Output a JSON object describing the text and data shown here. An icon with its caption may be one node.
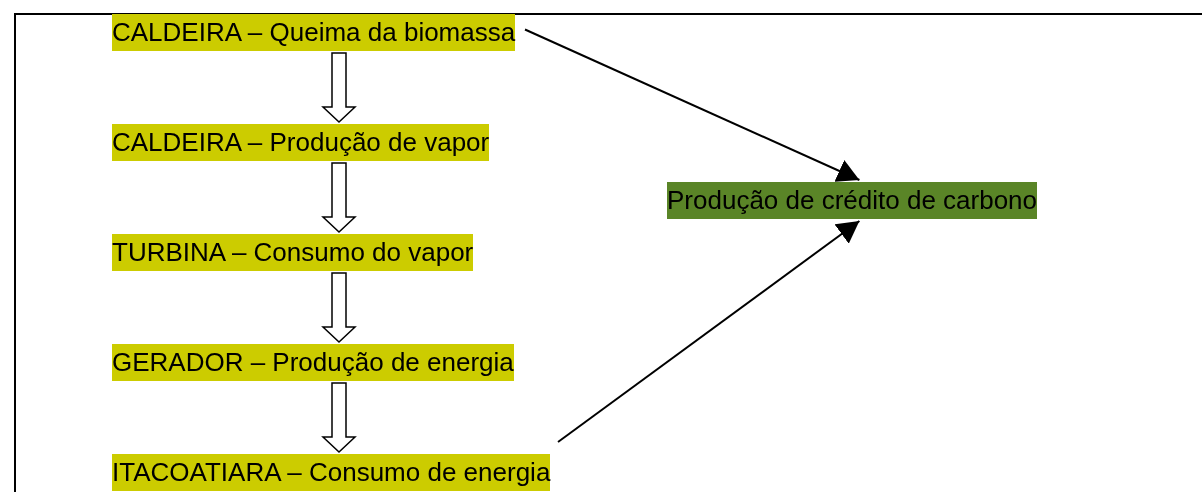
{
  "diagram": {
    "nodes": [
      {
        "text": [
          "CALDEIRA – Queima da biomassa"
        ]
      },
      {
        "text": [
          "CALDEIRA – Produção de vapor"
        ]
      },
      {
        "text": [
          "TURBINA – Consumo do vapor"
        ]
      },
      {
        "text": [
          "GERADOR – Produção de energia"
        ]
      },
      {
        "text": [
          "ITACOATIARA – Consumo de energia"
        ]
      },
      {
        "text": [
          "Produção de crédito de carbono"
        ]
      }
    ],
    "edges": [
      {
        "from": 0,
        "to": 1,
        "arrow": "to",
        "style": "thick"
      },
      {
        "from": 1,
        "to": 2,
        "arrow": "to",
        "style": "thick"
      },
      {
        "from": 2,
        "to": 3,
        "arrow": "to",
        "style": "thick"
      },
      {
        "from": 3,
        "to": 4,
        "arrow": "to",
        "style": "thick"
      },
      {
        "from": 0,
        "to": 5,
        "arrow": "to"
      },
      {
        "from": 4,
        "to": 5,
        "arrow": "to"
      }
    ]
  }
}
